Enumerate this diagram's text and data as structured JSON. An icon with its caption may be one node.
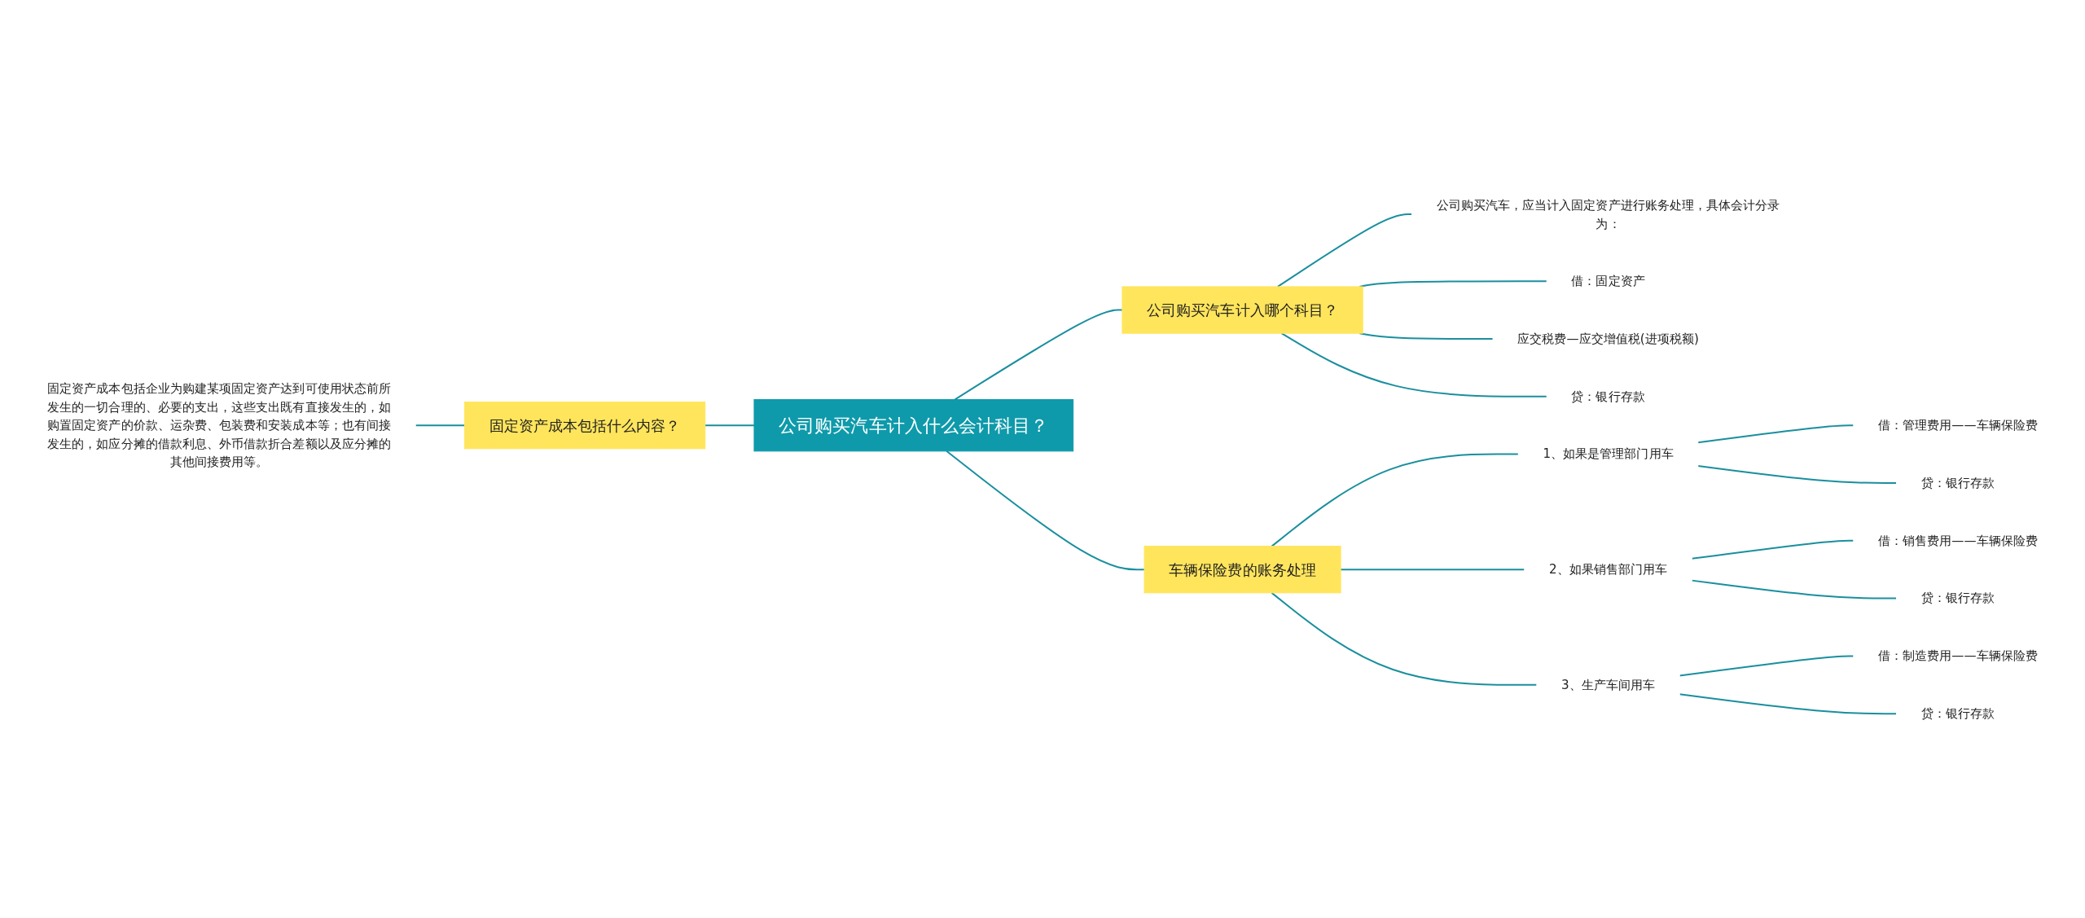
{
  "diagram": {
    "nodes": [
      {
        "text": [
          "公司购买汽车计入什么会计科目？"
        ]
      },
      {
        "text": [
          "固定资产成本包括什么内容？"
        ]
      },
      {
        "text": [
          "固定资产成本包括企业为购建某项固定资产达到可使用状态前所发生的一切合理的、必要的支出，这些支出既有直接发生的，如购置固定资产的价款、运杂费、包装费和安装成本等；也有间接发生的，如应分摊的借款利息、外币借款折合差额以及应分摊的其他间接费用等。"
        ]
      },
      {
        "text": [
          "公司购买汽车计入哪个科目？"
        ]
      },
      {
        "text": [
          "公司购买汽车，应当计入固定资产进行账务处理，具体会计分录为："
        ]
      },
      {
        "text": [
          "借：固定资产"
        ]
      },
      {
        "text": [
          "应交税费—应交增值税(进项税额)"
        ]
      },
      {
        "text": [
          "贷：银行存款"
        ]
      },
      {
        "text": [
          "车辆保险费的账务处理"
        ]
      },
      {
        "text": [
          "1、如果是管理部门用车"
        ]
      },
      {
        "text": [
          "借：管理费用——车辆保险费"
        ]
      },
      {
        "text": [
          "贷：银行存款"
        ]
      },
      {
        "text": [
          "2、如果销售部门用车"
        ]
      },
      {
        "text": [
          "借：销售费用——车辆保险费"
        ]
      },
      {
        "text": [
          "贷：银行存款"
        ]
      },
      {
        "text": [
          "3、生产车间用车"
        ]
      },
      {
        "text": [
          "借：制造费用——车辆保险费"
        ]
      },
      {
        "text": [
          "贷：银行存款"
        ]
      }
    ],
    "edges": [
      {
        "from": 1,
        "to": 0,
        "arrow": "none"
      },
      {
        "from": 2,
        "to": 1,
        "arrow": "none"
      },
      {
        "from": 0,
        "to": 3,
        "arrow": "none"
      },
      {
        "from": 3,
        "to": 4,
        "arrow": "none"
      },
      {
        "from": 3,
        "to": 5,
        "arrow": "none"
      },
      {
        "from": 3,
        "to": 6,
        "arrow": "none"
      },
      {
        "from": 3,
        "to": 7,
        "arrow": "none"
      },
      {
        "from": 0,
        "to": 8,
        "arrow": "none"
      },
      {
        "from": 8,
        "to": 9,
        "arrow": "none"
      },
      {
        "from": 9,
        "to": 10,
        "arrow": "none"
      },
      {
        "from": 9,
        "to": 11,
        "arrow": "none"
      },
      {
        "from": 8,
        "to": 12,
        "arrow": "none"
      },
      {
        "from": 12,
        "to": 13,
        "arrow": "none"
      },
      {
        "from": 12,
        "to": 14,
        "arrow": "none"
      },
      {
        "from": 8,
        "to": 15,
        "arrow": "none"
      },
      {
        "from": 15,
        "to": 16,
        "arrow": "none"
      },
      {
        "from": 15,
        "to": 17,
        "arrow": "none"
      }
    ]
  }
}
